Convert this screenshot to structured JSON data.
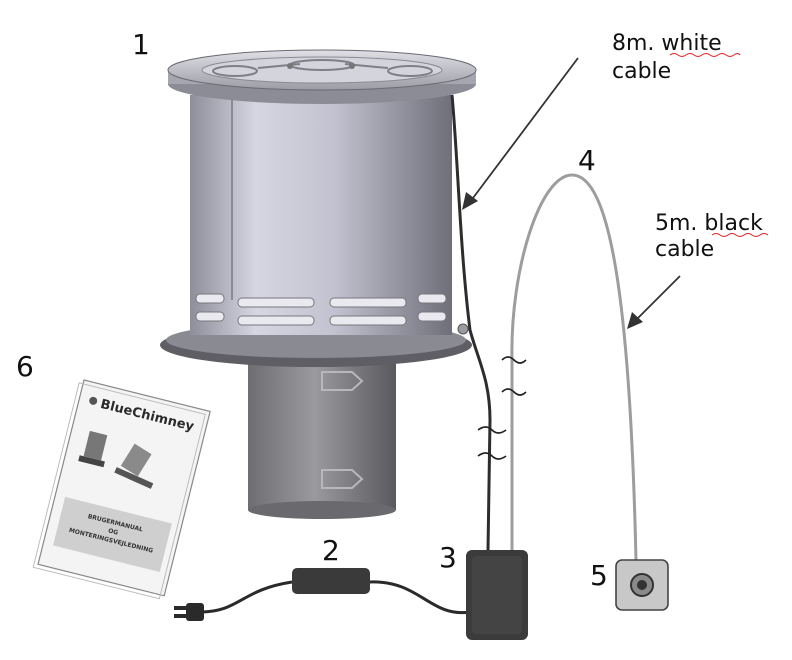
{
  "callouts": {
    "n1": "1",
    "n2": "2",
    "n3": "3",
    "n4": "4",
    "n5": "5",
    "n6": "6"
  },
  "labels": {
    "white_cable_line1": "8m. white",
    "white_cable_line2": "cable",
    "black_cable_line1": "5m. black",
    "black_cable_line2": "cable"
  },
  "manual": {
    "brand": "BlueChimney",
    "title_line1": "BRUGERMANUAL",
    "title_line2": "OG",
    "title_line3": "MONTERINGSVEJLEDNING"
  },
  "colors": {
    "metal_light": "#c9c9d6",
    "metal_dark": "#7b7b85",
    "adapter_body": "#3b3b3b",
    "sensor_box": "#c8c8c8"
  }
}
